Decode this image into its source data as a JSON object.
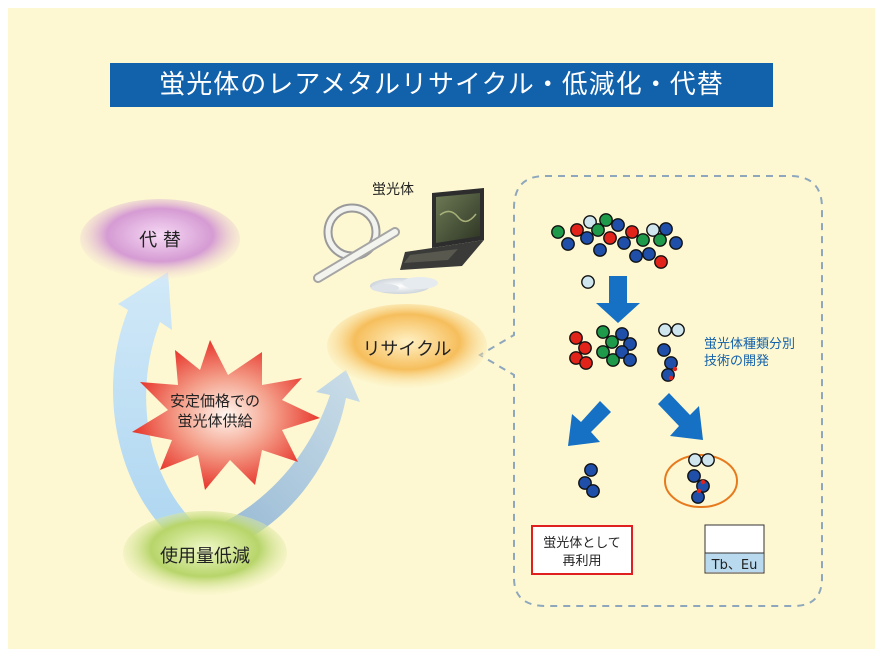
{
  "title": "蛍光体のレアメタルリサイクル・低減化・代替",
  "labels": {
    "substitute": "代 替",
    "recycle": "リサイクル",
    "reduce": "使用量低減",
    "burst_line1": "安定価格での",
    "burst_line2": "蛍光体供給",
    "phosphor": "蛍光体",
    "sorting_line1": "蛍光体種類分別",
    "sorting_line2": "技術の開発",
    "reuse_line1": "蛍光体として",
    "reuse_line2": "再利用",
    "elements": "Tb、Eu"
  },
  "colors": {
    "background": "#fdf8d2",
    "title_bg": "#1261ab",
    "arrow_blue": "#1670c4",
    "dot_red": "#e2231a",
    "dot_green": "#1e9a4a",
    "dot_blue": "#1f4fa8",
    "dot_pale": "#cfe6ef",
    "reuse_border": "#e02020",
    "ellipse_orange": "#e87a1e"
  },
  "icons": [
    "fluorescent-lamp-icon",
    "laptop-icon",
    "phosphor-powder-icon"
  ]
}
